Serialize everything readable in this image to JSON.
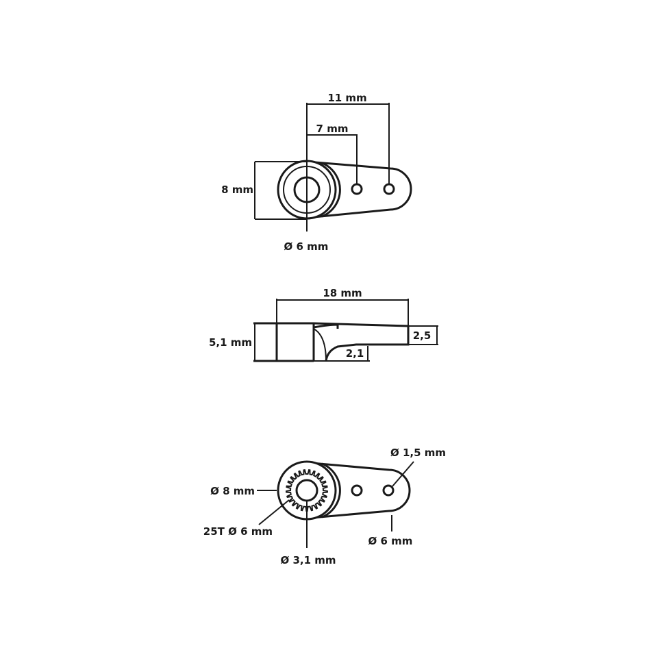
{
  "top_view": {
    "dim_11mm": "11 mm",
    "dim_7mm": "7 mm",
    "dim_8mm": "8 mm",
    "dim_hub_dia": "Ø 6 mm"
  },
  "side_view": {
    "dim_18mm": "18 mm",
    "dim_5_1mm": "5,1 mm",
    "dim_2_5": "2,5",
    "dim_2_1": "2,1"
  },
  "bottom_view": {
    "dim_hole_dia": "Ø 1,5 mm",
    "dim_outer_dia": "Ø 8 mm",
    "dim_spline": "25T Ø 6 mm",
    "dim_bore": "Ø 3,1 mm",
    "dim_tip_dia": "Ø 6 mm",
    "spline_teeth": 25
  }
}
